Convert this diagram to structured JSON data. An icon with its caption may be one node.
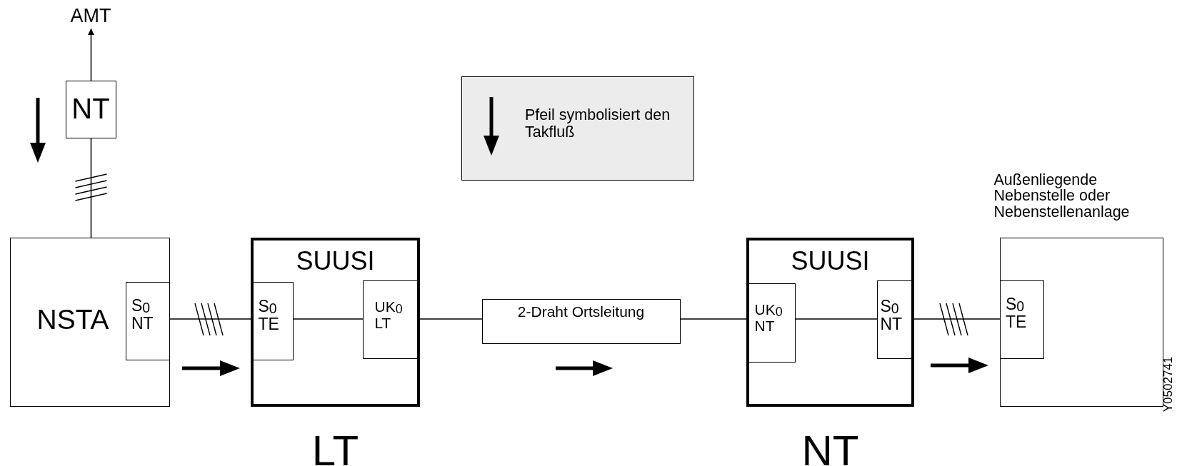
{
  "diagram": {
    "nodes": [
      {
        "text": [
          "AMT"
        ]
      },
      {
        "text": [
          "NT"
        ]
      },
      {
        "text": [
          "NSTA"
        ]
      },
      {
        "text": [
          "S$_{0}$ NT"
        ],
        "in": 2
      },
      {
        "text": [
          "SUUSI"
        ],
        "beside": [
          "LT"
        ]
      },
      {
        "text": [
          "S$_{0}$ TE"
        ],
        "in": 4
      },
      {
        "text": [
          "UK$_{0}$ LT"
        ],
        "in": 4
      },
      {
        "text": [
          "2-Draht Ortsleitung"
        ]
      },
      {
        "text": [
          "SUUSI"
        ],
        "beside": [
          "NT"
        ]
      },
      {
        "text": [
          "UK$_{0}$ NT"
        ],
        "in": 8
      },
      {
        "text": [
          "S$_{0}$ NT"
        ],
        "in": 8
      },
      {
        "text": [
          "Außenliegende Nebenstelle oder Nebenstellenanlage"
        ]
      },
      {
        "text": [
          "S$_{0}$ TE"
        ],
        "in": 11
      }
    ],
    "edges": [
      {
        "from": 1,
        "to": 0,
        "arrow": "to"
      },
      {
        "from": 2,
        "to": 1,
        "arrow": "none"
      },
      {
        "from": 3,
        "to": 5,
        "arrow": "none"
      },
      {
        "from": 5,
        "to": 6,
        "arrow": "none"
      },
      {
        "from": 6,
        "to": 7,
        "arrow": "none"
      },
      {
        "from": 7,
        "to": 9,
        "arrow": "none"
      },
      {
        "from": 9,
        "to": 10,
        "arrow": "none"
      },
      {
        "from": 10,
        "to": 12,
        "arrow": "none"
      }
    ],
    "labels": [
      "Y0502741"
    ],
    "legend": [
      {
        "text": "Pfeil symbolisiert den Takfluß"
      }
    ]
  }
}
